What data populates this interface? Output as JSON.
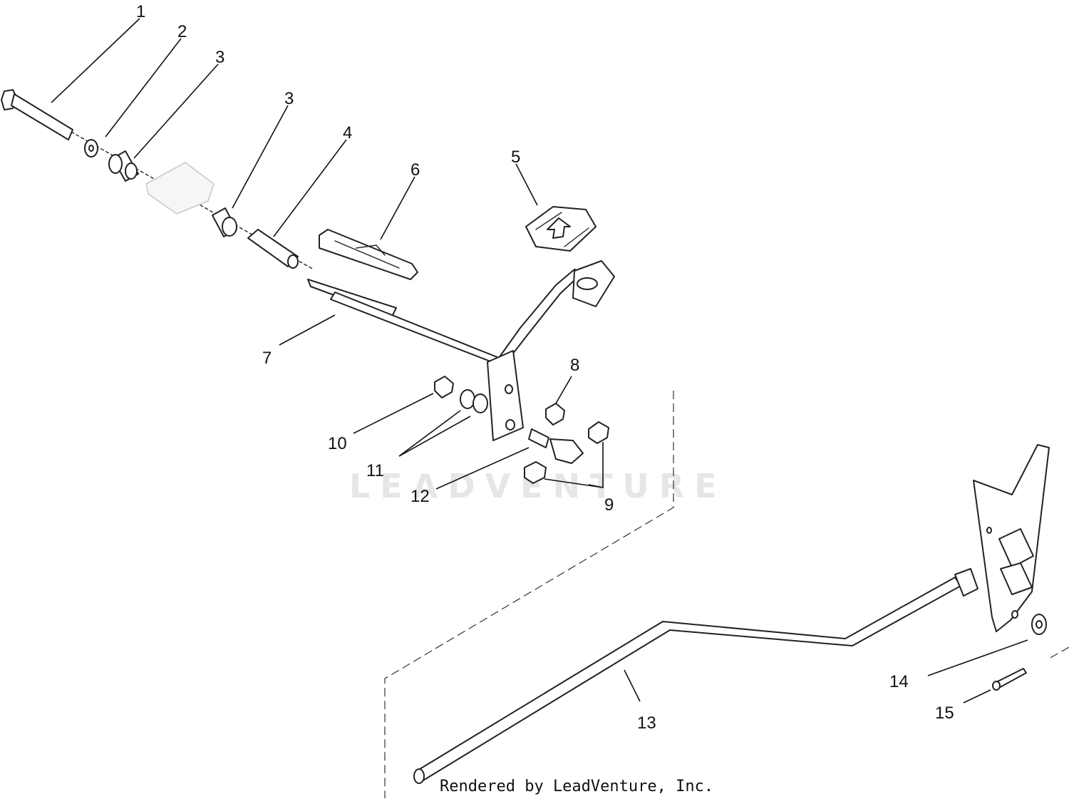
{
  "callouts": [
    {
      "label": "1"
    },
    {
      "label": "2"
    },
    {
      "label": "3"
    },
    {
      "label": "3"
    },
    {
      "label": "4"
    },
    {
      "label": "5"
    },
    {
      "label": "6"
    },
    {
      "label": "7"
    },
    {
      "label": "8"
    },
    {
      "label": "9"
    },
    {
      "label": "10"
    },
    {
      "label": "11"
    },
    {
      "label": "12"
    },
    {
      "label": "13"
    },
    {
      "label": "14"
    },
    {
      "label": "15"
    }
  ],
  "watermark": "LEADVENTURE",
  "credit": "Rendered by LeadVenture, Inc."
}
